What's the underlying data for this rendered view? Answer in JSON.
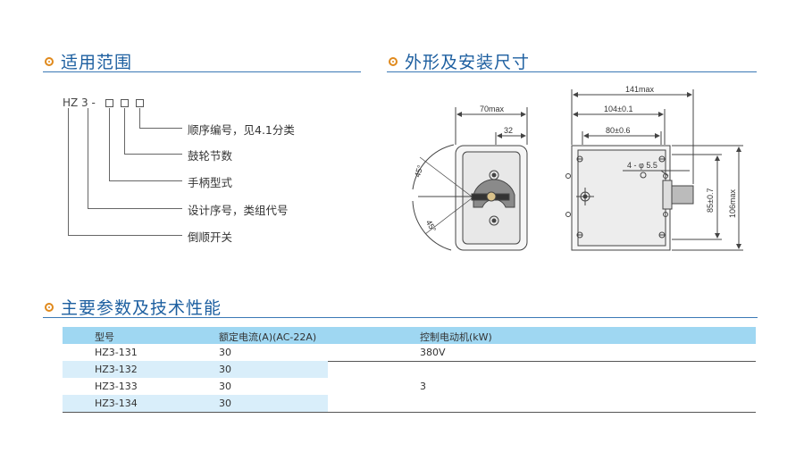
{
  "sections": {
    "scope": "适用范围",
    "dimensions": "外形及安装尺寸",
    "params": "主要参数及技术性能"
  },
  "designation": {
    "prefix": "HZ 3 -",
    "legend": [
      "顺序编号，见4.1分类",
      "鼓轮节数",
      "手柄型式",
      "设计序号，类组代号",
      "倒顺开关"
    ]
  },
  "drawing": {
    "front": {
      "w70": "70max",
      "w32": "32",
      "a1": "45°",
      "a2": "45°"
    },
    "side": {
      "w141": "141max",
      "w104": "104±0.1",
      "w80": "80±0.6",
      "holes": "4 - φ 5.5",
      "h85": "85±0.7",
      "h106": "106max"
    }
  },
  "table": {
    "headers": [
      "型号",
      "额定电流(A)(AC-22A)",
      "控制电动机(kW)"
    ],
    "rows": [
      [
        "HZ3-131",
        "30",
        "380V"
      ],
      [
        "HZ3-132",
        "30",
        ""
      ],
      [
        "HZ3-133",
        "30",
        "3"
      ],
      [
        "HZ3-134",
        "30",
        ""
      ]
    ]
  }
}
